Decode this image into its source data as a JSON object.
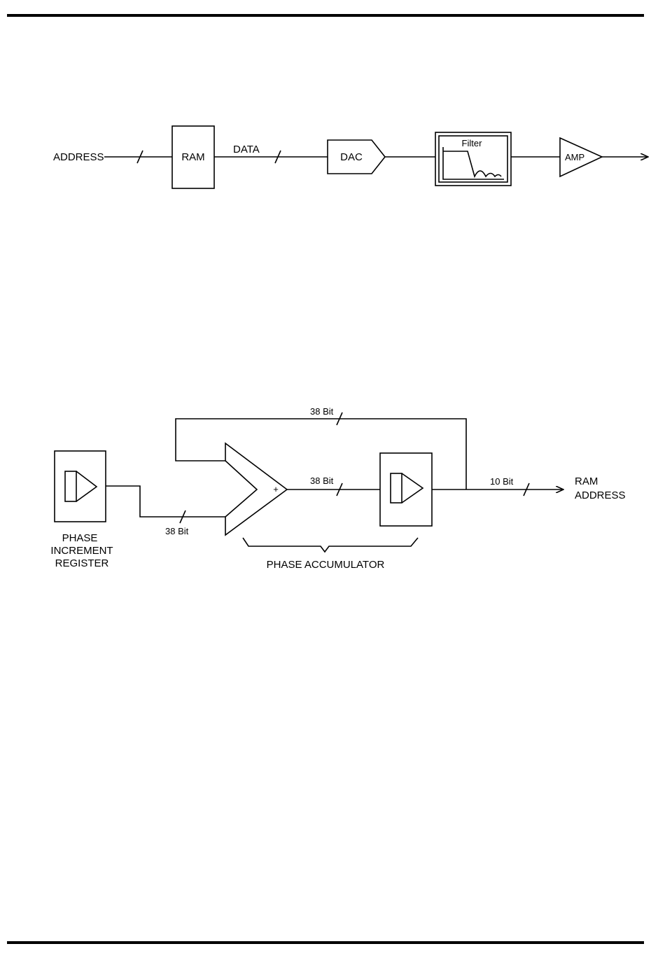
{
  "figure1": {
    "address_label": "ADDRESS",
    "ram_label": "RAM",
    "data_label": "DATA",
    "dac_label": "DAC",
    "filter_label": "Filter",
    "amp_label": "AMP"
  },
  "figure2": {
    "feedback_width": "38 Bit",
    "sum_width": "38 Bit",
    "increment_width": "38 Bit",
    "output_width": "10 Bit",
    "adder_sign": "+",
    "output_label_line1": "RAM",
    "output_label_line2": "ADDRESS",
    "pir_label_line1": "PHASE",
    "pir_label_line2": "INCREMENT",
    "pir_label_line3": "REGISTER",
    "accumulator_label": "PHASE ACCUMULATOR"
  },
  "colors": {
    "ink": "#000000",
    "paper": "#ffffff"
  }
}
